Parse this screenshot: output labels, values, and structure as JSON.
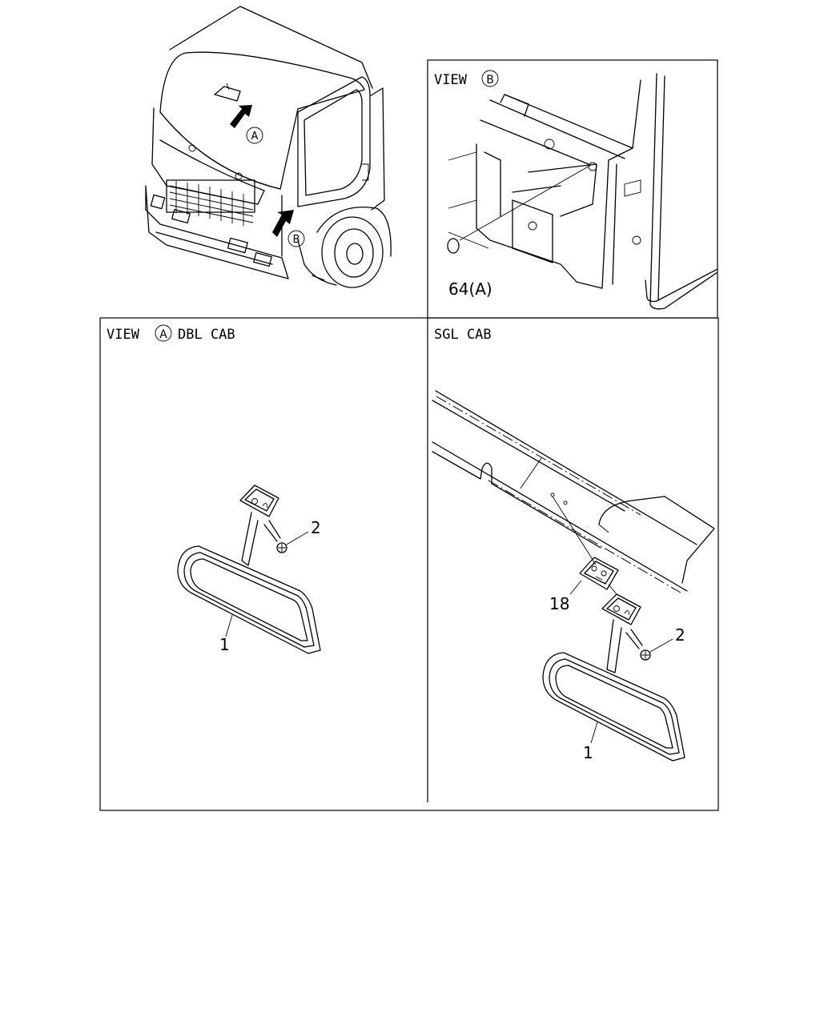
{
  "overview": {
    "marker_a": "A",
    "marker_b": "B"
  },
  "view_b": {
    "title_prefix": "VIEW",
    "title_marker": "B",
    "callout_64": "64(A)"
  },
  "view_a_dbl": {
    "title_prefix": "VIEW",
    "title_marker": "A",
    "title_suffix": "DBL CAB",
    "callout_1": "1",
    "callout_2": "2"
  },
  "sgl_cab": {
    "title": "SGL CAB",
    "callout_18": "18",
    "callout_2": "2",
    "callout_1": "1"
  }
}
